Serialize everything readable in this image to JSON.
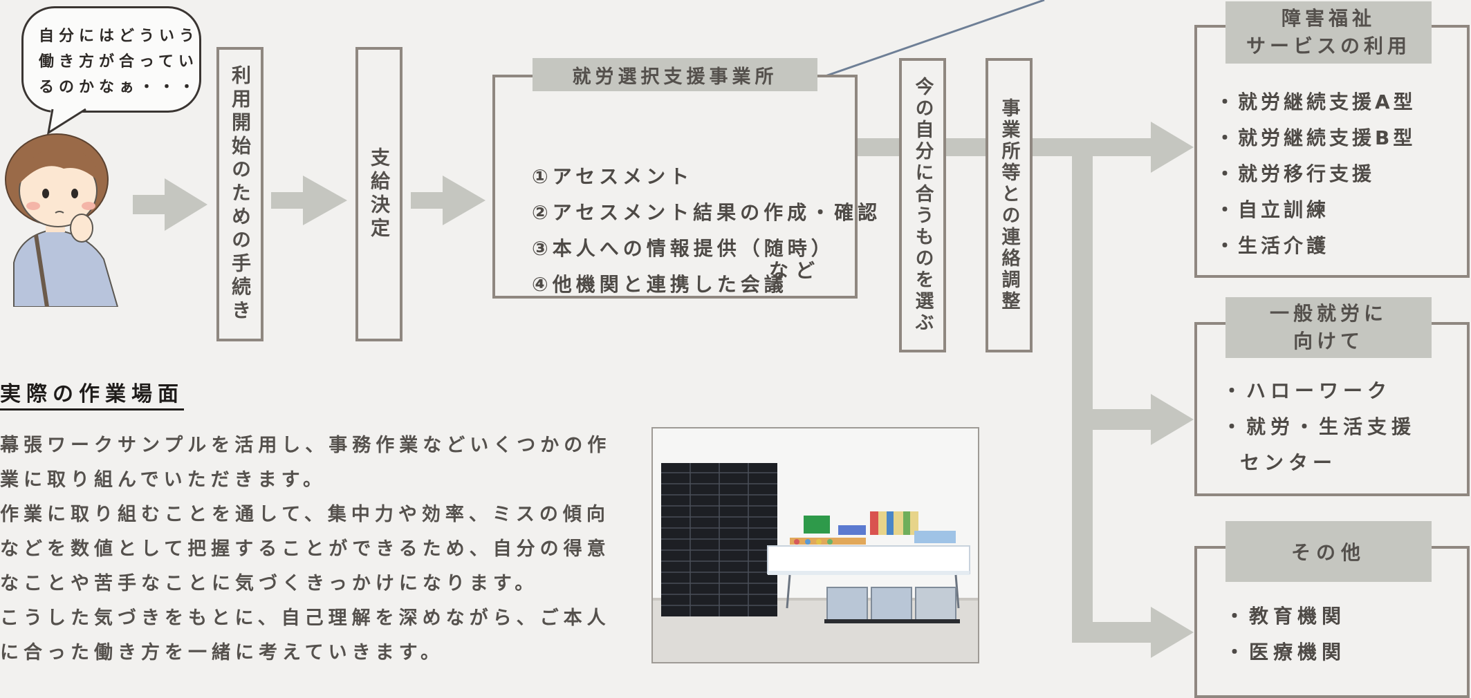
{
  "speech_bubble": {
    "lines": [
      "自分にはどういう",
      "働き方が合ってい",
      "るのかなぁ・・・"
    ]
  },
  "steps": {
    "procedure": "利用開始のための手続き",
    "decision": "支給決定",
    "choose": "今の自分に合うものを選ぶ",
    "coordinate": "事業所等との連絡調整"
  },
  "support_office": {
    "title": "就労選択支援事業所",
    "items": [
      "①アセスメント",
      "②アセスメント結果の作成・確認",
      "③本人への情報提供（随時）",
      "④他機関と連携した会議"
    ],
    "etc": "など"
  },
  "outcomes": {
    "welfare": {
      "title_lines": [
        "障害福祉",
        "サービスの利用"
      ],
      "items": [
        "・就労継続支援A型",
        "・就労継続支援B型",
        "・就労移行支援",
        "・自立訓練",
        "・生活介護"
      ]
    },
    "general": {
      "title_lines": [
        "一般就労に",
        "向けて"
      ],
      "items": [
        "・ハローワーク",
        "・就労・生活支援",
        "センター"
      ]
    },
    "other": {
      "title": "その他",
      "items": [
        "・教育機関",
        "・医療機関"
      ]
    }
  },
  "work_scene": {
    "heading": "実際の作業場面",
    "paragraph_lines": [
      "幕張ワークサンプルを活用し、事務作業などいくつかの作",
      "業に取り組んでいただきます。",
      "作業に取り組むことを通して、集中力や効率、ミスの傾向",
      "などを数値として把握することができるため、自分の得意",
      "なことや苦手なことに気づくきっかけになります。",
      "こうした気づきをもとに、自己理解を深めながら、ご本人",
      "に合った働き方を一緒に考えていきます。"
    ]
  },
  "colors": {
    "background": "#f2f1ef",
    "box_border": "#8f8780",
    "arrow": "#c5c6c0",
    "tab": "#c5c6c0",
    "text": "#4e4a46",
    "connector_line": "#6e7f96"
  }
}
